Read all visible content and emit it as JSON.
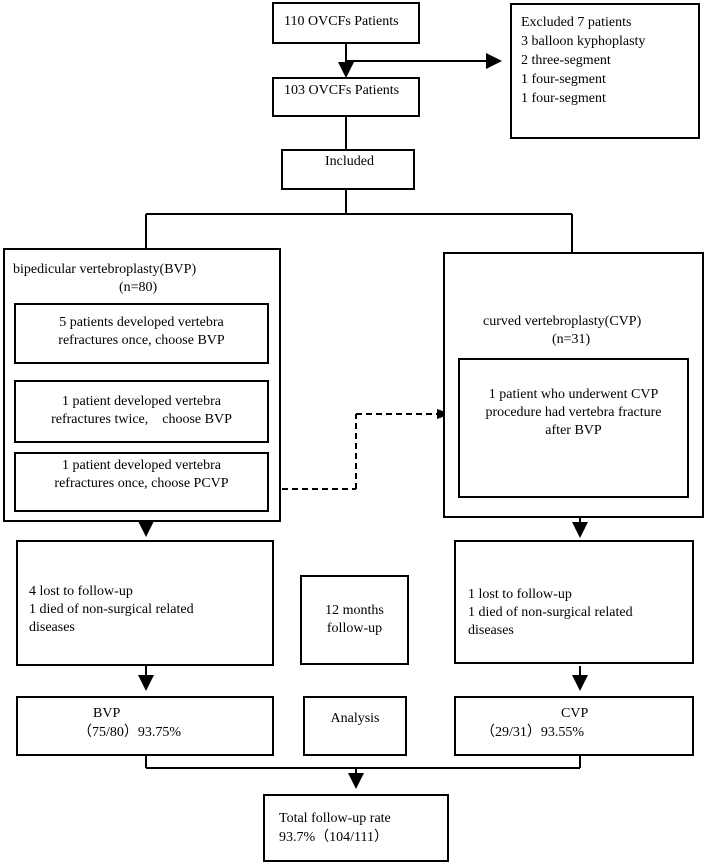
{
  "nodes": {
    "start": {
      "label": "110 OVCFs Patients"
    },
    "excluded": {
      "title": "Excluded 7 patients",
      "items": [
        "3 balloon kyphoplasty",
        "2 three-segment",
        "1 four-segment",
        "1 four-segment"
      ]
    },
    "remaining": {
      "label": "103 OVCFs Patients"
    },
    "included": {
      "label": "Included"
    },
    "bvp": {
      "title": "bipedicular vertebroplasty(BVP)",
      "n": "(n=80)",
      "sub1": "5 patients developed vertebra\nrefractures once, choose BVP",
      "sub2": "1 patient developed vertebra\nrefractures twice,　choose BVP",
      "sub3": "1 patient developed vertebra\nrefractures once, choose PCVP"
    },
    "cvp": {
      "title": "curved vertebroplasty(CVP)",
      "n": "(n=31)",
      "sub": "1 patient who underwent CVP\nprocedure had vertebra fracture\nafter BVP"
    },
    "bvp_loss": {
      "lines": [
        "4 lost to follow-up",
        "1 died of non-surgical related",
        "diseases"
      ]
    },
    "cvp_loss": {
      "lines": [
        "1 lost to follow-up",
        "1 died of non-surgical related",
        "diseases"
      ]
    },
    "followup": {
      "label": "12 months\nfollow-up"
    },
    "bvp_result": {
      "title": "BVP",
      "value": "（75/80）93.75%"
    },
    "analysis": {
      "label": "Analysis"
    },
    "cvp_result": {
      "title": "CVP",
      "value": "（29/31）93.55%"
    },
    "total": {
      "title": "Total follow-up rate",
      "value": "93.7%（104/111）"
    }
  }
}
